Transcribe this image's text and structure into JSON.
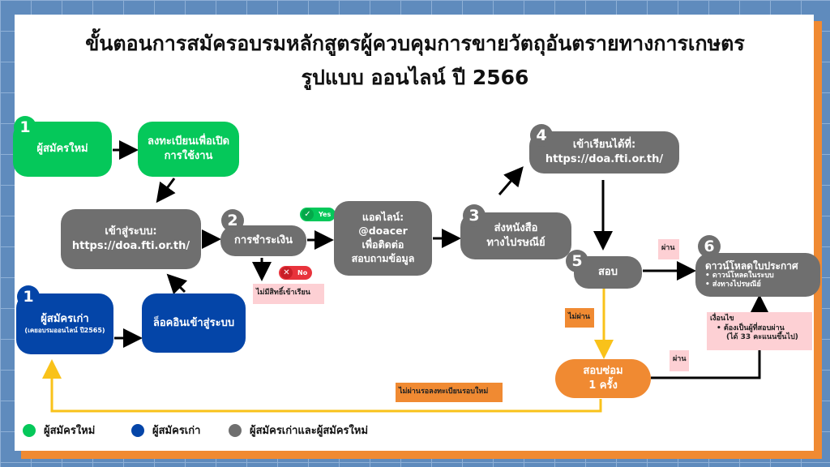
{
  "title": {
    "line1": "ขั้นตอนการสมัครอบรมหลักสูตรผู้ควบคุมการขายวัตถุอันตรายทางการเกษตร",
    "line2": "รูปแบบ ออนไลน์ ปี 2566"
  },
  "nodes": {
    "new_applicant": {
      "step": "1",
      "label": "ผู้สมัครใหม่"
    },
    "register": {
      "label1": "ลงทะเบียนเพื่อเปิด",
      "label2": "การใช้งาน"
    },
    "login_system": {
      "label1": "เข้าสู่ระบบ:",
      "label2": "https://doa.fti.or.th/"
    },
    "payment": {
      "step": "2",
      "label": "การชำระเงิน"
    },
    "line_contact": {
      "label1": "แอดไลน์:",
      "label2": "@doacer",
      "label3": "เพื่อติดต่อ",
      "label4": "สอบถามข้อมูล"
    },
    "send_letter": {
      "step": "3",
      "label1": "ส่งหนังสือ",
      "label2": "ทางไปรษณีย์"
    },
    "study": {
      "step": "4",
      "label1": "เข้าเรียนได้ที่:",
      "label2": "https://doa.fti.or.th/"
    },
    "exam": {
      "step": "5",
      "label": "สอบ"
    },
    "certificate": {
      "step": "6",
      "label": "ดาวน์โหลดใบประกาศ",
      "items": [
        "ดาวน์โหลดในระบบ",
        "ส่งทางไปรษณีย์"
      ]
    },
    "retake": {
      "label1": "สอบซ่อม",
      "label2": "1 ครั้ง"
    },
    "old_applicant": {
      "step": "1",
      "label": "ผู้สมัครเก่า",
      "sub": "(เคยอบรมออนไลน์ ปี2565)"
    },
    "old_login": {
      "label": "ล็อคอินเข้าสู่ระบบ"
    }
  },
  "badges": {
    "yes": "Yes",
    "no": "No"
  },
  "notes": {
    "no_right": "ไม่มีสิทธิ์เข้าเรียน",
    "pass1": "ผ่าน",
    "fail": "ไม่ผ่าน",
    "pass2": "ผ่าน",
    "wait": "ไม่ผ่านรอลงทะเบียนรอบใหม่",
    "cond_title": "เงื่อนไข",
    "cond_item1": "ต้องเป็นผู้ที่สอบผ่าน",
    "cond_item2": "(ได้ 33 คะแนนขึ้นไป)"
  },
  "legend": [
    "ผู้สมัครใหม่",
    "ผู้สมัครเก่า",
    "ผู้สมัครเก่าและผู้สมัครใหม่"
  ],
  "colors": {
    "green": "#05c85a",
    "blue": "#0445a8",
    "gray": "#6f6f6f",
    "orange": "#f08a32",
    "yellow": "#f9c21a"
  }
}
